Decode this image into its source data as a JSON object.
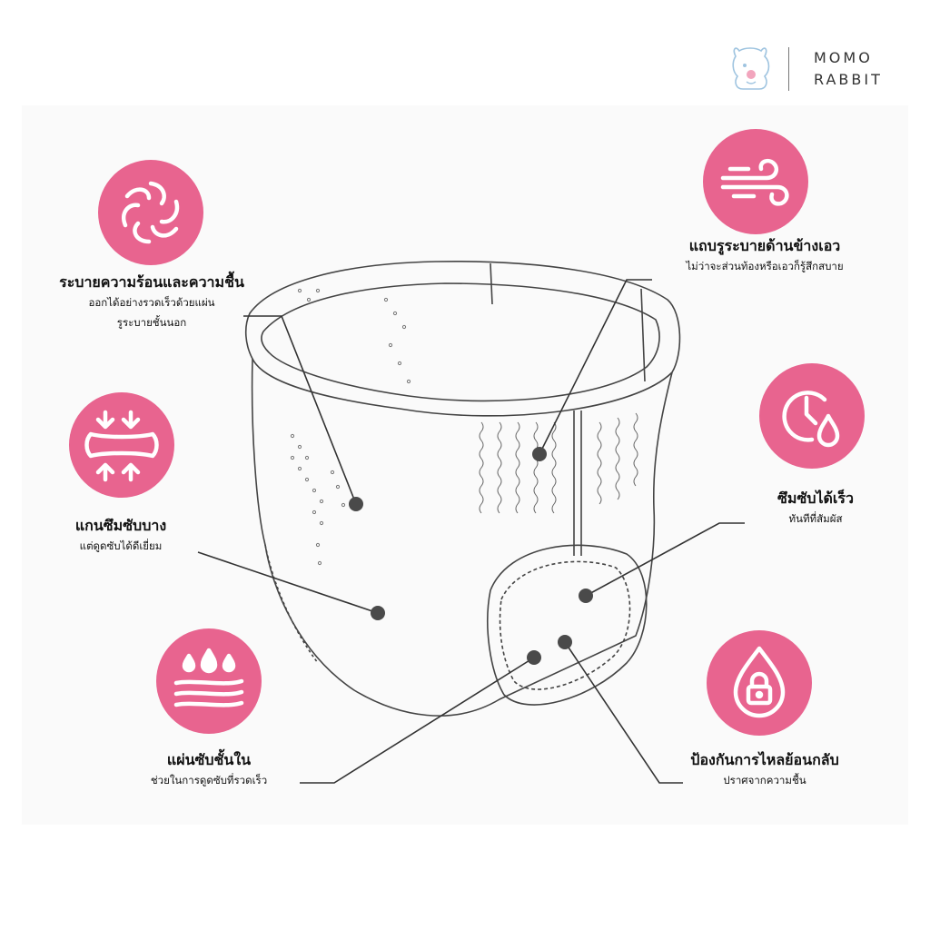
{
  "brand": {
    "line1": "MOMO",
    "line2": "RABBIT"
  },
  "colors": {
    "accent": "#e8648f",
    "line": "#333333"
  },
  "features": [
    {
      "icon": "swirl-icon",
      "title": "ระบายความร้อนและความชื้น",
      "desc1": "ออกได้อย่างรวดเร็วด้วยแผ่น",
      "desc2": "รูระบายชั้นนอก"
    },
    {
      "icon": "wind-icon",
      "title": "แถบรูระบายด้านข้างเอว",
      "desc1": "ไม่ว่าจะส่วนท้องหรือเอวก็รู้สึกสบาย"
    },
    {
      "icon": "compress-icon",
      "title": "แกนซึมซับบาง",
      "desc1": "แต่ดูดซับได้ดีเยี่ยม"
    },
    {
      "icon": "clock-drop-icon",
      "title": "ซึมซับได้เร็ว",
      "desc1": "ทันทีที่สัมผัส"
    },
    {
      "icon": "layers-drops-icon",
      "title": "แผ่นซับชั้นใน",
      "desc1": "ช่วยในการดูดซับที่รวดเร็ว"
    },
    {
      "icon": "drop-lock-icon",
      "title": "ป้องกันการไหลย้อนกลับ",
      "desc1": "ปราศจากความชื้น"
    }
  ]
}
